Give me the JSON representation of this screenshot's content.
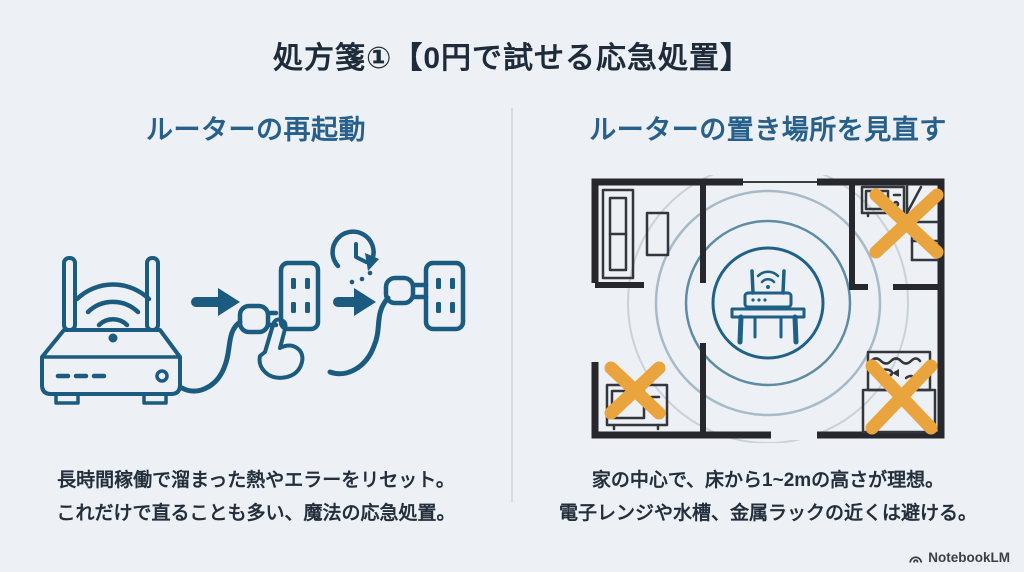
{
  "title": "処方箋①【0円で試せる応急処置】",
  "left": {
    "heading": "ルーターの再起動",
    "caption": [
      "長時間稼働で溜まった熱やエラーをリセット。",
      "これだけで直ることも多い、魔法の応急処置。"
    ],
    "illustration_icons": [
      "wifi-router",
      "arrow-right",
      "power-plug-and-hand-unplugging",
      "power-outlet",
      "wait-clock",
      "arrow-right",
      "power-plug-inserted",
      "power-outlet"
    ]
  },
  "right": {
    "heading": "ルーターの置き場所を見直す",
    "caption": [
      "家の中心で、床から1~2mの高さが理想。",
      "電子レンジや水槽、金属ラックの近くは避ける。"
    ],
    "floorplan_items": {
      "center": "router-on-table-with-wifi-rings",
      "furniture": [
        "sofa",
        "side-table",
        "closet-shelves"
      ],
      "bad_spots": [
        "microwave-top-right",
        "microwave-bottom-left",
        "aquarium-bottom-right"
      ],
      "bad_spot_marker": "orange-x"
    }
  },
  "footer": {
    "brand": "NotebookLM"
  },
  "colors": {
    "background": "#edf1f5",
    "title_text": "#1e2b3a",
    "heading_text": "#27608a",
    "body_text": "#242f3d",
    "illustration_stroke": "#1c5b80",
    "floorplan_wall": "#26282d",
    "x_mark": "#eaa43e",
    "wifi_ring_inner": "#1f618a",
    "wifi_ring_mid": "#5e8ba5",
    "wifi_ring_outer": "#a6bac8",
    "divider": "#d7dbe1"
  }
}
